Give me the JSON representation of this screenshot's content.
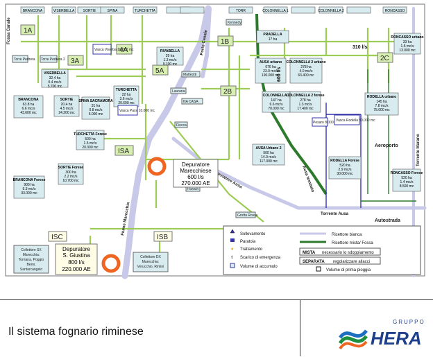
{
  "top_bar_labels": [
    "BRANCONA",
    "VISERBELLA",
    "SORTIE",
    "SPINA",
    "TURCHETTA",
    "",
    "",
    "TORR",
    "COLONNELLA 1",
    "",
    "COLONNELLA 2",
    "",
    "RONCASSO"
  ],
  "zones": {
    "z1A": "1A",
    "z3A": "3A",
    "z4A": "4A",
    "z5A": "5A",
    "z1B": "1B",
    "z2B": "2B",
    "z2C": "2C",
    "zISA": "ISA",
    "zISC": "ISC",
    "zISB": "ISB"
  },
  "basins": [
    {
      "id": "viserbella",
      "title": "VISERBELLA",
      "lines": [
        "32.4 ha",
        "0.4 mc/s",
        "5.700 mc"
      ]
    },
    {
      "id": "brancona",
      "title": "BRANCONA",
      "lines": [
        "63.8 ha",
        "6.6 mc/s",
        "43.600 mc"
      ]
    },
    {
      "id": "sortie",
      "title": "SORTIE",
      "lines": [
        "20.4 ha",
        "4.5 mc/s",
        "24.200 mc"
      ]
    },
    {
      "id": "spina",
      "title": "SPINA SACRAMORA",
      "lines": [
        "31 ha",
        "0.8 mc/s",
        "5.000 mc"
      ]
    },
    {
      "id": "rivabella",
      "title": "RIVABELLA",
      "lines": [
        "29 ha",
        "1.3 mc/s",
        "9.100 mc"
      ]
    },
    {
      "id": "turchetta",
      "title": "TURCHETTA",
      "lines": [
        "22 ha",
        "3.6 mc/s",
        "20.600 mc"
      ]
    },
    {
      "id": "turchetta_f",
      "title": "TURCHETTA Forese",
      "lines": [
        "500 ha",
        "1.5 mc/s",
        "20.000 mc"
      ]
    },
    {
      "id": "sortie_f",
      "title": "SORTIE Forese",
      "lines": [
        "300 ha",
        "2.2 mc/s",
        "10.700 mc"
      ]
    },
    {
      "id": "brancona_f",
      "title": "BRANCONA Forese",
      "lines": [
        "900 ha",
        "5.3 mc/s",
        "33.000 mc"
      ]
    },
    {
      "id": "pradella",
      "title": "PRADELLA",
      "lines": [
        "17 ha"
      ]
    },
    {
      "id": "ausa_u",
      "title": "AUSA urbano",
      "lines": [
        "676 ha",
        "23.0 mc/s",
        "190.000 mc"
      ]
    },
    {
      "id": "col2u",
      "title": "COLONNELLA 2 urbano",
      "lines": [
        "278 ha",
        "4.0 mc/s",
        "63.400 mc"
      ]
    },
    {
      "id": "col1",
      "title": "COLONNELLA 1",
      "lines": [
        "147 ha",
        "6.6 mc/s",
        "70.000 mc"
      ]
    },
    {
      "id": "col2f",
      "title": "COLONNELLA 2 forese",
      "lines": [
        "278 ha",
        "1.3 mc/s",
        "17.400 mc"
      ]
    },
    {
      "id": "ausa2",
      "title": "AUSA Urbano 2",
      "lines": [
        "500 ha",
        "14.0 mc/s",
        "117.000 mc"
      ]
    },
    {
      "id": "roncasso_u",
      "title": "RONCASSO urbano",
      "lines": [
        "33 ha",
        "1.5 mc/s",
        "13.000 mc"
      ]
    },
    {
      "id": "rodella_u",
      "title": "RODELLA urbano",
      "lines": [
        "145 ha",
        "7.8 mc/s",
        "75.000 mc"
      ]
    },
    {
      "id": "rodella_f",
      "title": "RODELLA Forese",
      "lines": [
        "520 ha",
        "2.9 mc/s",
        "30.000 mc"
      ]
    },
    {
      "id": "roncasso_f",
      "title": "RONCASSO Forese",
      "lines": [
        "520 ha",
        "1.4 mc/s",
        "8.500 mc"
      ]
    }
  ],
  "small_labels": {
    "torre": "Torre Pedrera",
    "toref": "Torre Pedrera 2",
    "vasca_viserba": "Vasca Viserba 10.000 mc",
    "vasca_pace": "Vasca Pace 10.000 mc",
    "matteotti": "Matteotti",
    "laurana": "Laurana",
    "casa": "NA CASA",
    "kennedy": "Kennedy",
    "pesaro": "Pesaro 8.000 mc",
    "vasca_rodella": "Vasca Rodella 30.000 mc",
    "flaviuh": "Flaviuh",
    "grotta": "Grotta Rossa",
    "fiocca": "Fiocca"
  },
  "flows": {
    "f310": "310 l/s",
    "f600": "600 l/s"
  },
  "places": {
    "porto_canale": "Porto Canale",
    "fiume_marecchia": "Fiume Marecchia",
    "deviatore": "Deviatore Ausa",
    "torrente_ausa": "Torrente Ausa",
    "ausa_tombato": "Ausa tombato",
    "torrente_marano": "Torrente Marano",
    "aeroporto": "Aeroporto",
    "autostrada": "Autostrada",
    "canale": "Fossa Canale"
  },
  "plants": [
    {
      "id": "marecchiese",
      "lines": [
        "Depuratore",
        "Marecchiese",
        "600 l/s",
        "270.000 AE"
      ]
    },
    {
      "id": "santa_giustina",
      "lines": [
        "Depuratore",
        "S. Giustina",
        "800 l/s",
        "220.000 AE"
      ]
    }
  ],
  "collectors": {
    "sx": [
      "Collettore SX",
      "Marecchia:",
      "Torriana, Poggio",
      "Berni,",
      "Santarcangelo"
    ],
    "dx": [
      "Collettore DX",
      "Marecchia:",
      "Verucchio, Rimini"
    ]
  },
  "legend": {
    "sollevamento": "Sollevamento",
    "paratoia": "Paratoia",
    "trattamento": "Trattamento",
    "scarico": "Scarico di emergenza",
    "volume_accumulo": "Volume di accumulo",
    "ricettore_bianca": "Ricettore bianca",
    "ricettore_mista": "Ricettore mista/ Fossa",
    "mista_label": "MISTA",
    "mista_text": "necessario lo sdoppiamento",
    "separata_label": "SEPARATA",
    "separata_text": "regolarizzare allacci",
    "prima_pioggia": "Volume di prima pioggia"
  },
  "footer": {
    "caption": "Il sistema fognario riminese",
    "logo_top": "GRUPPO",
    "logo_main": "HERA"
  },
  "colors": {
    "green_pipe": "#9ccc55",
    "dark_green": "#2d7a2d",
    "river": "#c8c8e8",
    "blue_pipe": "#3333aa",
    "box_fill": "#d8ecf0",
    "zone_fill": "#d7efb0",
    "plant_orange": "#ee6622",
    "hera_blue": "#1d3f8c"
  }
}
